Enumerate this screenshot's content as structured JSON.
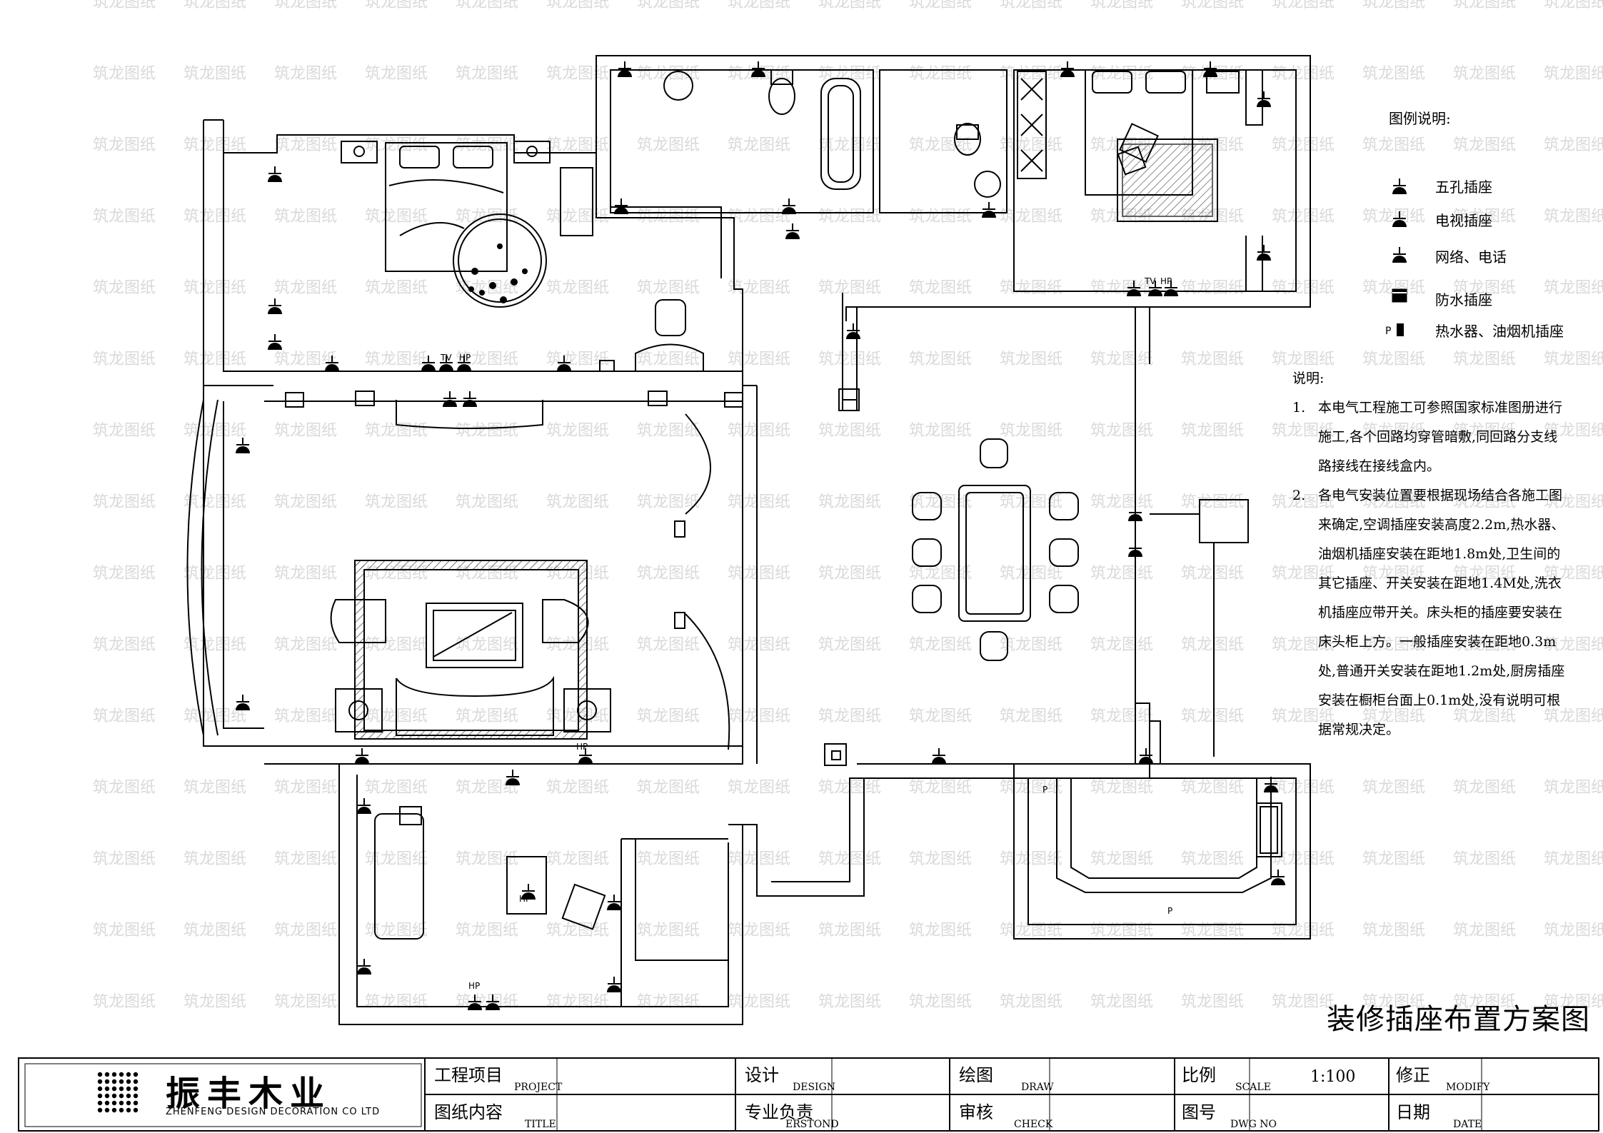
{
  "legend": {
    "title": "图例说明:",
    "items": [
      {
        "symbol": "five-hole-socket",
        "label": "五孔插座"
      },
      {
        "symbol": "tv-socket",
        "label": "电视插座"
      },
      {
        "symbol": "network-phone-socket",
        "label": "网络、电话"
      },
      {
        "symbol": "waterproof-socket",
        "label": "防水插座"
      },
      {
        "symbol": "heater-hood-socket",
        "label": "热水器、油烟机插座"
      }
    ]
  },
  "notes": {
    "title": "说明:",
    "items": [
      {
        "num": "1.",
        "text": "本电气工程施工可参照国家标准图册进行施工,各个回路均穿管暗敷,同回路分支线路接线在接线盒内。"
      },
      {
        "num": "2.",
        "text": "各电气安装位置要根据现场结合各施工图来确定,空调插座安装高度2.2m,热水器、油烟机插座安装在距地1.8m处,卫生间的其它插座、开关安装在距地1.4M处,洗衣机插座应带开关。床头柜的插座要安装在床头柜上方。一般插座安装在距地0.3m处,普通开关安装在距地1.2m处,厨房插座安装在橱柜台面上0.1m处,没有说明可根据常规决定。"
      }
    ]
  },
  "drawing_title": "装修插座布置方案图",
  "plan_labels": {
    "tv": "TV",
    "hp": "HP",
    "p": "P"
  },
  "watermark": "筑龙图纸",
  "title_block": {
    "company_cn": "振丰木业",
    "company_en": "ZHENFENG DESIGN DECORATION CO LTD",
    "project_label": "工程项目",
    "project_sub": "PROJECT",
    "title_label": "图纸内容",
    "title_sub": "TITLE",
    "design_label": "设计",
    "design_sub": "DESIGN",
    "erstond_label": "专业负责",
    "erstond_sub": "ERSTOND",
    "draw_label": "绘图",
    "draw_sub": "DRAW",
    "check_label": "审核",
    "check_sub": "CHECK",
    "scale_label": "比例",
    "scale_sub": "SCALE",
    "scale_value": "1:100",
    "dwg_label": "图号",
    "dwg_sub": "DWG NO",
    "modify_label": "修正",
    "modify_sub": "MODIFY",
    "date_label": "日期",
    "date_sub": "DATE"
  }
}
